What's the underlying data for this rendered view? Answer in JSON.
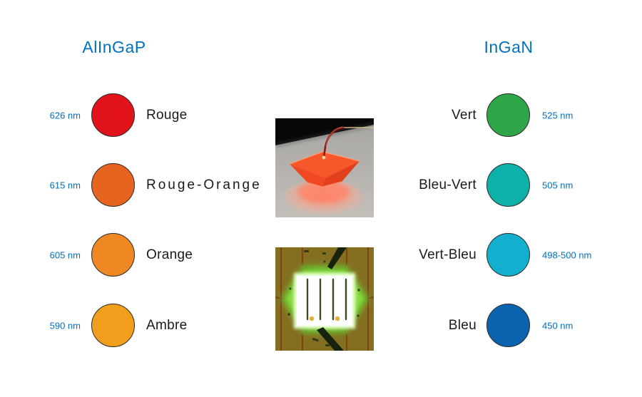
{
  "slide": {
    "left_column": {
      "title": "AlInGaP",
      "rows": [
        {
          "wavelength": "626 nm",
          "label": "Rouge",
          "color": "#E2121B"
        },
        {
          "wavelength": "615 nm",
          "label": "Rouge-Orange",
          "color": "#E6641F"
        },
        {
          "wavelength": "605 nm",
          "label": "Orange",
          "color": "#EF8722"
        },
        {
          "wavelength": "590 nm",
          "label": "Ambre",
          "color": "#F09E1B"
        }
      ]
    },
    "right_column": {
      "title": "InGaN",
      "rows": [
        {
          "wavelength": "525 nm",
          "label": "Vert",
          "color": "#2EA546"
        },
        {
          "wavelength": "505 nm",
          "label": "Bleu-Vert",
          "color": "#0EB1A9"
        },
        {
          "wavelength": "498-500 nm",
          "label": "Vert-Bleu",
          "color": "#12B0CE"
        },
        {
          "wavelength": "450 nm",
          "label": "Bleu",
          "color": "#0B63AF"
        }
      ]
    },
    "photos": {
      "top_name": "red-led-die-photo",
      "bottom_name": "green-led-chip-photo"
    },
    "colors": {
      "accent_blue": "#0070C0",
      "label_text": "#1A1A1A"
    }
  }
}
